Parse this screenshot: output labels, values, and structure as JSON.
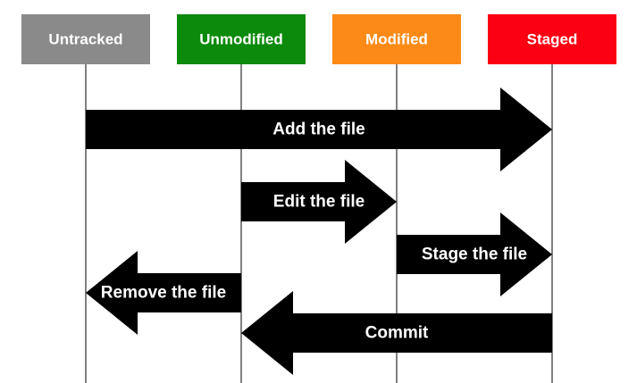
{
  "states": [
    {
      "id": "untracked",
      "label": "Untracked",
      "color": "#8a8a8a"
    },
    {
      "id": "unmodified",
      "label": "Unmodified",
      "color": "#0c8a0c"
    },
    {
      "id": "modified",
      "label": "Modified",
      "color": "#fb8a17"
    },
    {
      "id": "staged",
      "label": "Staged",
      "color": "#fb0012"
    }
  ],
  "transitions": [
    {
      "id": "add",
      "label": "Add the file",
      "from": "untracked",
      "to": "staged"
    },
    {
      "id": "edit",
      "label": "Edit the file",
      "from": "unmodified",
      "to": "modified"
    },
    {
      "id": "stage",
      "label": "Stage the file",
      "from": "modified",
      "to": "staged"
    },
    {
      "id": "remove",
      "label": "Remove the file",
      "from": "unmodified",
      "to": "untracked"
    },
    {
      "id": "commit",
      "label": "Commit",
      "from": "staged",
      "to": "unmodified"
    }
  ]
}
